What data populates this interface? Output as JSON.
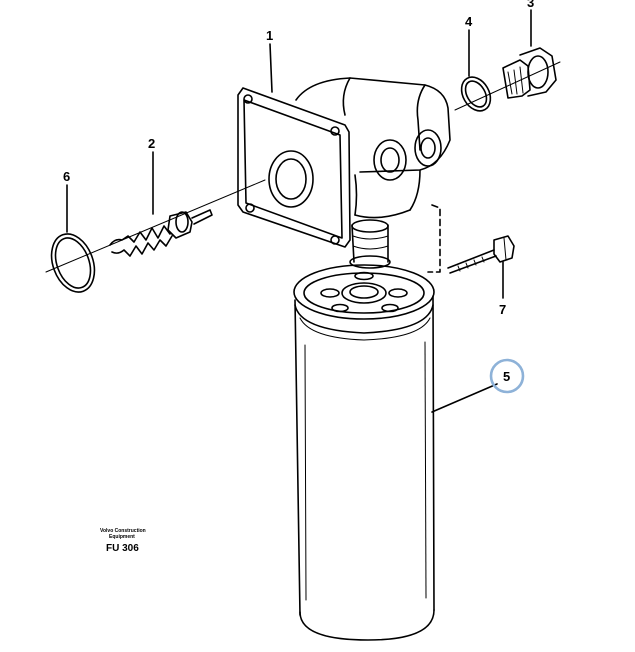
{
  "callouts": [
    {
      "id": "1",
      "text": "1"
    },
    {
      "id": "2",
      "text": "2"
    },
    {
      "id": "3",
      "text": "3"
    },
    {
      "id": "4",
      "text": "4"
    },
    {
      "id": "5",
      "text": "5"
    },
    {
      "id": "6",
      "text": "6"
    },
    {
      "id": "7",
      "text": "7"
    }
  ],
  "caption": {
    "line1": "Volvo Construction",
    "line2": "Equipment",
    "code": "FU 306"
  },
  "highlight": {
    "callout": "5",
    "color": "#8eb2d8"
  }
}
